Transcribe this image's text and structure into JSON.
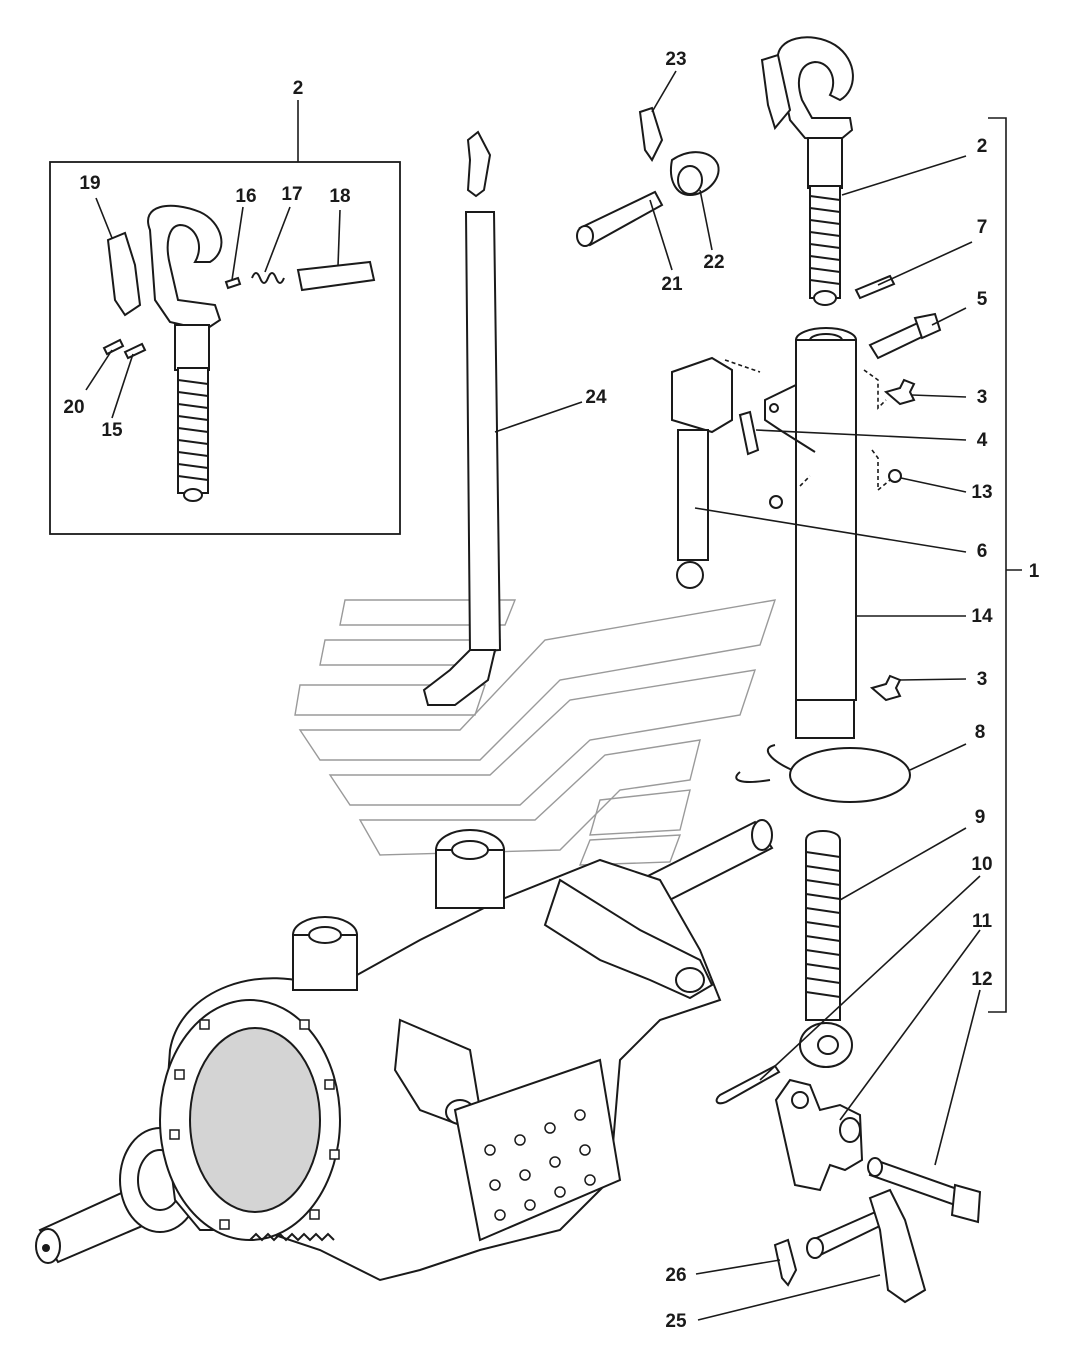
{
  "labels": {
    "l1": "1",
    "l2a": "2",
    "l2b": "2",
    "l3a": "3",
    "l3b": "3",
    "l4": "4",
    "l5": "5",
    "l6": "6",
    "l7": "7",
    "l8": "8",
    "l9": "9",
    "l10": "10",
    "l11": "11",
    "l12": "12",
    "l13": "13",
    "l14": "14",
    "l15": "15",
    "l16": "16",
    "l17": "17",
    "l18": "18",
    "l19": "19",
    "l20": "20",
    "l21": "21",
    "l22": "22",
    "l23": "23",
    "l24": "24",
    "l25": "25",
    "l26": "26"
  }
}
